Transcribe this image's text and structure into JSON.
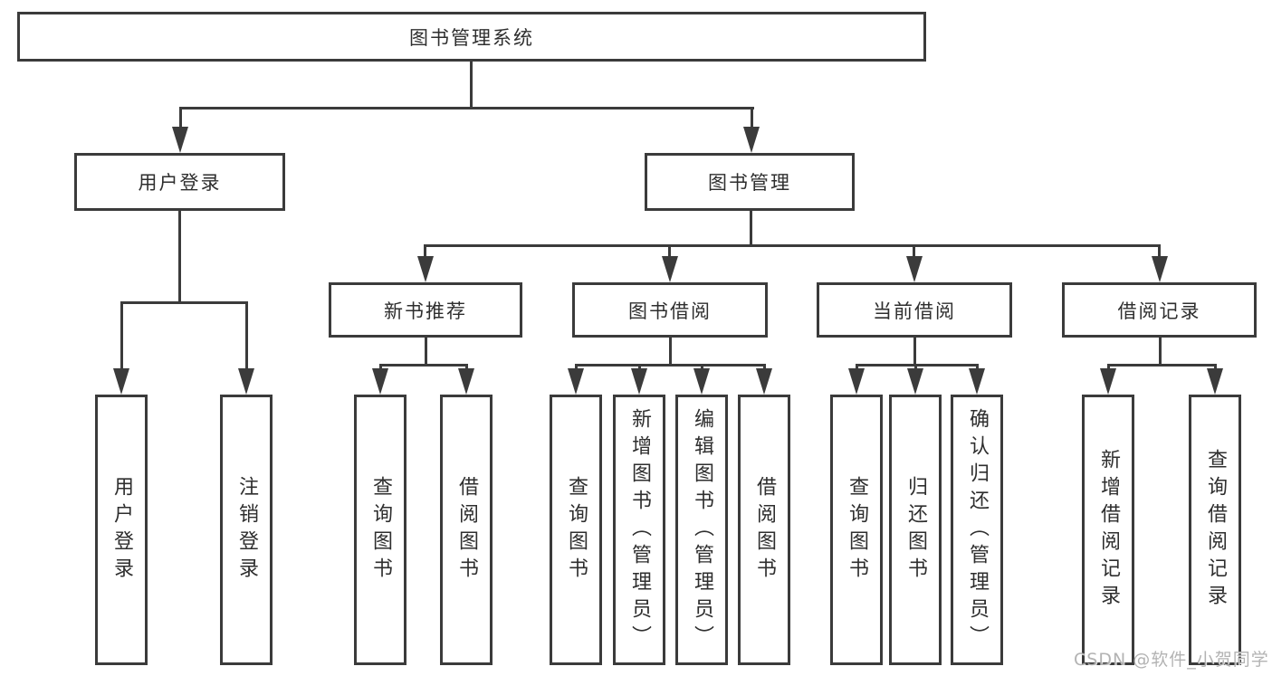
{
  "diagram_title": "图书管理系统",
  "colors": {
    "line": "#3b3b3b",
    "text": "#2e2e2e",
    "background": "#ffffff",
    "watermark": "#afafaf"
  },
  "watermark": {
    "text": "CSDN @软件_小贺同学"
  },
  "tree": {
    "root": {
      "label": "图书管理系统"
    },
    "branches": [
      {
        "label": "用户登录",
        "children": [
          {
            "label": "用户登录"
          },
          {
            "label": "注销登录"
          }
        ]
      },
      {
        "label": "图书管理",
        "children": [
          {
            "label": "新书推荐",
            "children": [
              {
                "label": "查询图书"
              },
              {
                "label": "借阅图书"
              }
            ]
          },
          {
            "label": "图书借阅",
            "children": [
              {
                "label": "查询图书"
              },
              {
                "label": "新增图书（管理员）"
              },
              {
                "label": "编辑图书（管理员）"
              },
              {
                "label": "借阅图书"
              }
            ]
          },
          {
            "label": "当前借阅",
            "children": [
              {
                "label": "查询图书"
              },
              {
                "label": "归还图书"
              },
              {
                "label": "确认归还（管理员）"
              }
            ]
          },
          {
            "label": "借阅记录",
            "children": [
              {
                "label": "新增借阅记录"
              },
              {
                "label": "查询借阅记录"
              }
            ]
          }
        ]
      }
    ]
  }
}
